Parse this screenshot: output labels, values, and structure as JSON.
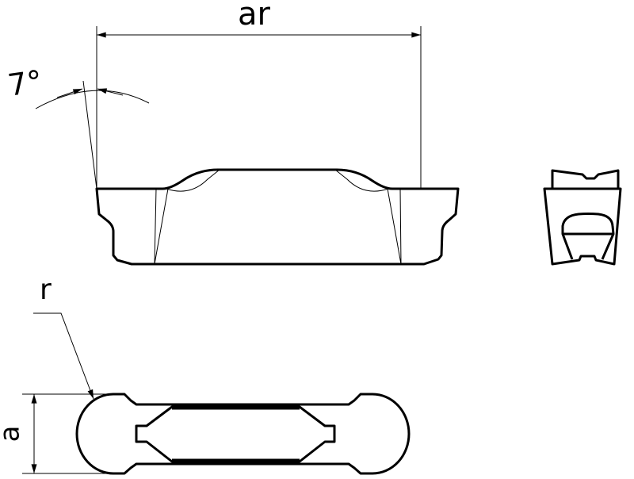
{
  "labels": {
    "ar": "ar",
    "angle": "7°",
    "r": "r",
    "a": "a"
  },
  "colors": {
    "line": "#000000",
    "background": "#ffffff"
  }
}
